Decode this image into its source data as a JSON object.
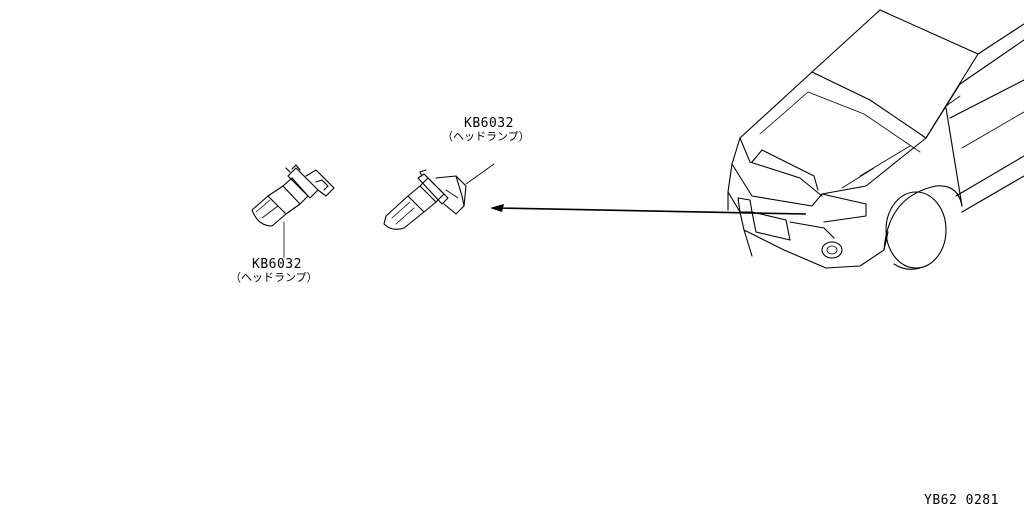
{
  "parts": [
    {
      "code": "KB6032",
      "description": "（ヘッドランプ）"
    },
    {
      "code": "KB6032",
      "description": "（ヘッドランプ）"
    }
  ],
  "diagram_id": "YB62 0281"
}
